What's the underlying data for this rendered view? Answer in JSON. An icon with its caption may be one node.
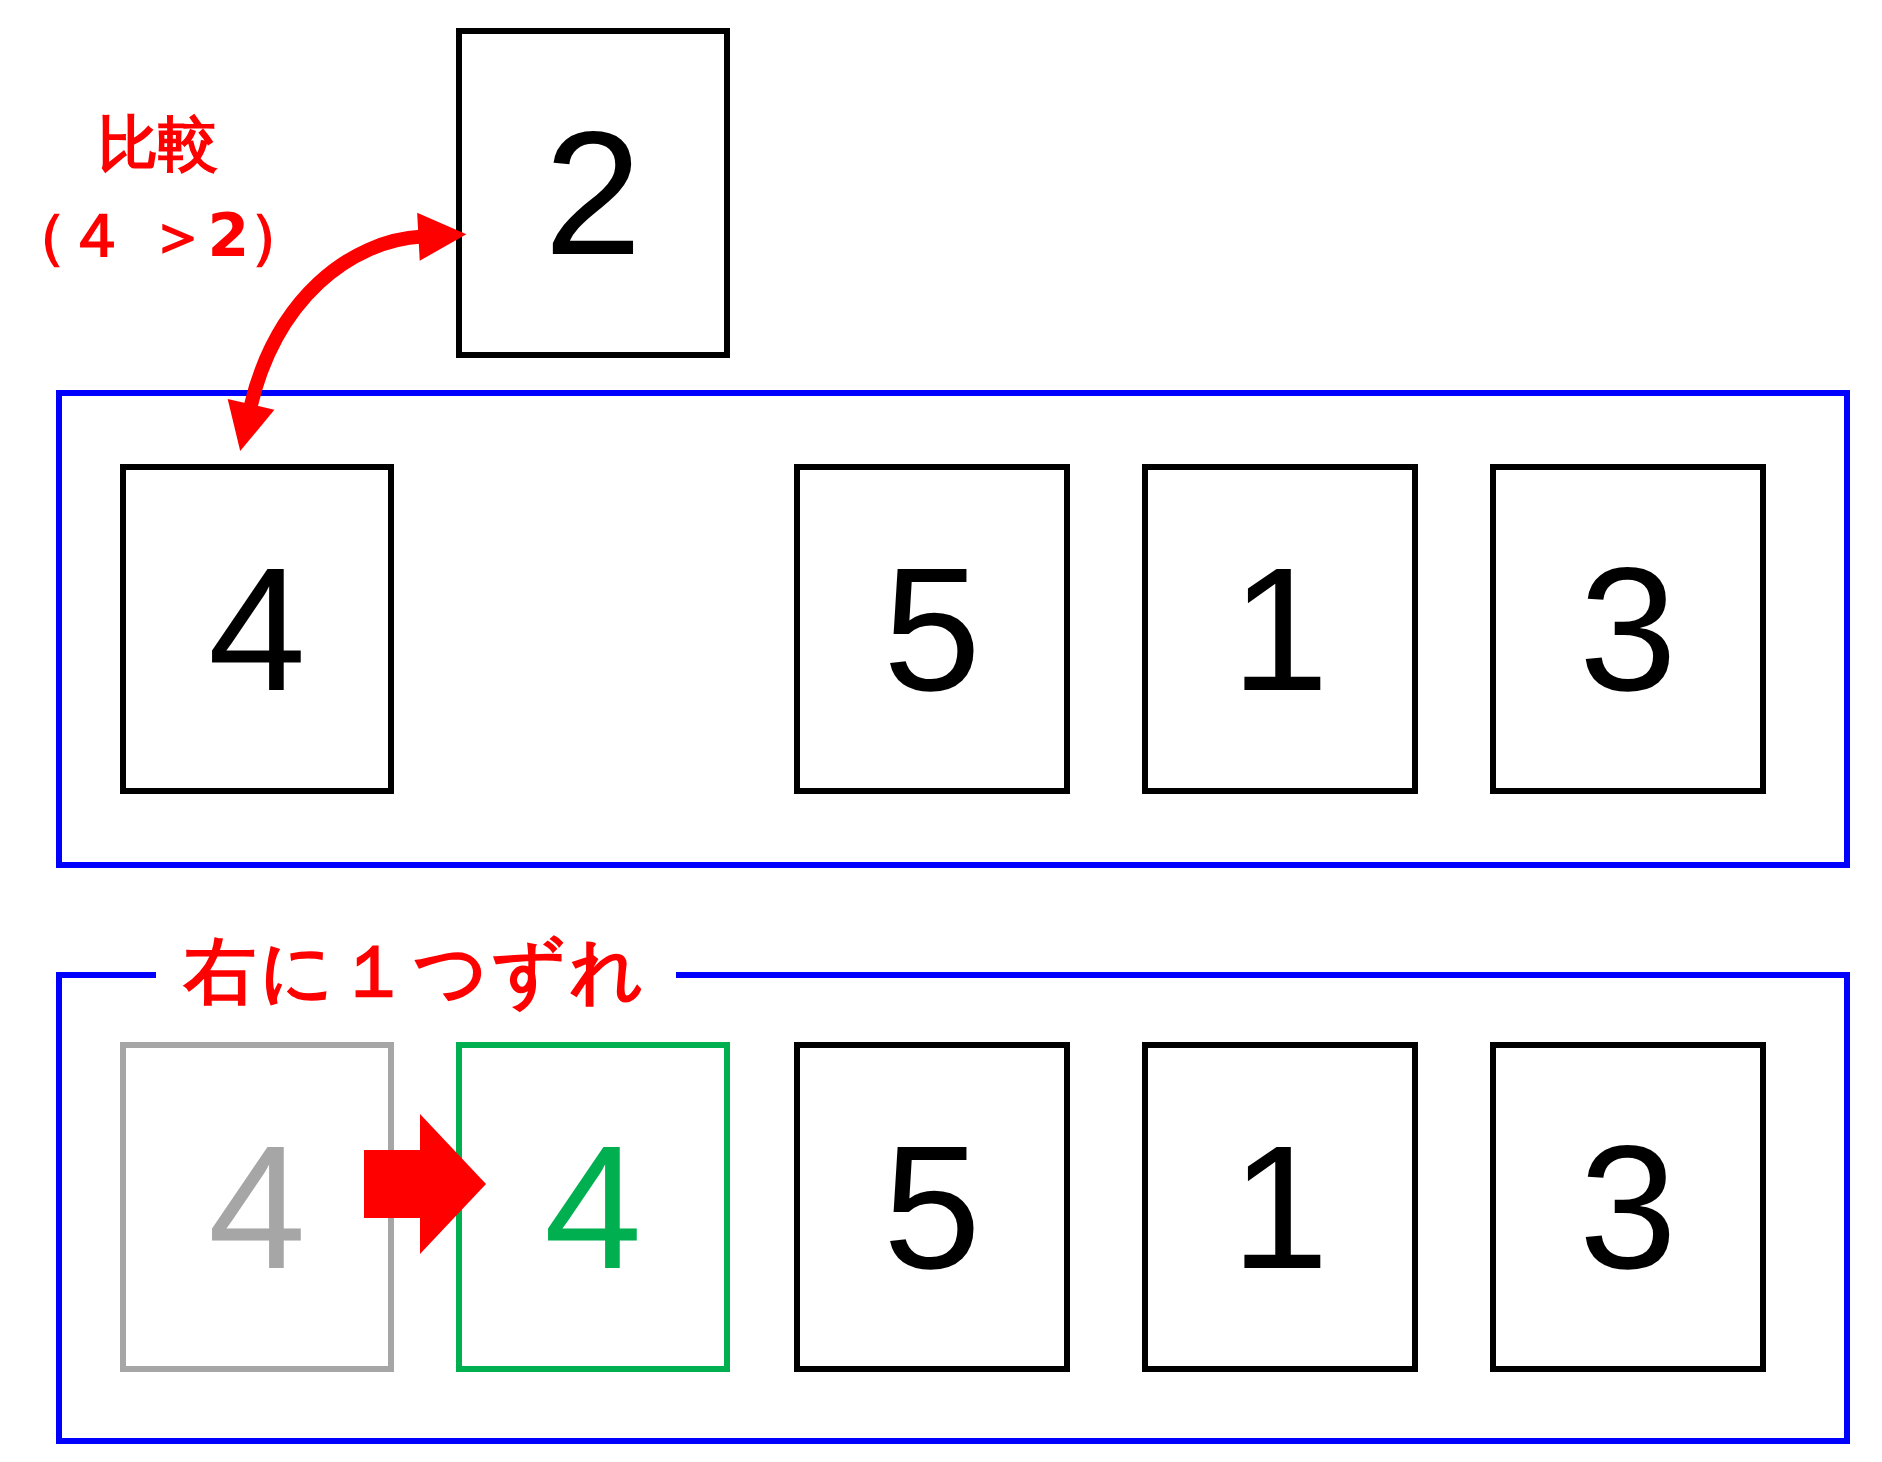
{
  "diagram": {
    "nodes": [
      {
        "text": [
          "2"
        ]
      },
      {
        "text": [],
        "shape": "box"
      },
      {
        "text": [
          "4"
        ],
        "in": 1
      },
      {
        "text": [
          "5"
        ],
        "in": 1
      },
      {
        "text": [
          "1"
        ],
        "in": 1
      },
      {
        "text": [
          "3"
        ],
        "in": 1
      },
      {
        "text": [
          "右に１つずれ"
        ]
      },
      {
        "text": [
          "4"
        ],
        "in": 6
      },
      {
        "text": [
          "4"
        ],
        "in": 6
      },
      {
        "text": [
          "5"
        ],
        "in": 6
      },
      {
        "text": [
          "1"
        ],
        "in": 6
      },
      {
        "text": [
          "3"
        ],
        "in": 6
      }
    ],
    "edges": [
      {
        "from": 0,
        "to": 2,
        "arrow": "both",
        "label": "比較（４ ＞2）",
        "color": "#ff0000"
      },
      {
        "from": 7,
        "to": 8,
        "arrow": "to",
        "style": "thick",
        "color": "#ff0000"
      }
    ]
  }
}
